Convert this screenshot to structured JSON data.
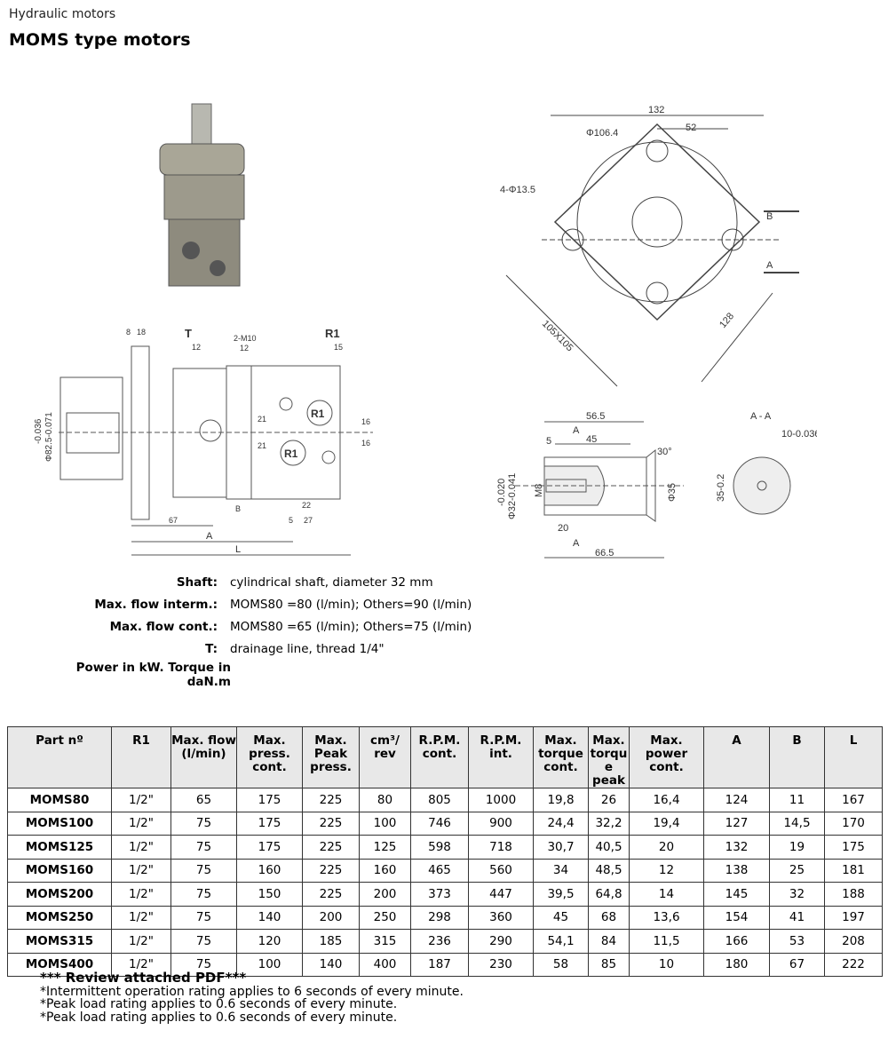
{
  "header": {
    "category": "Hydraulic motors",
    "title": "MOMS type motors"
  },
  "drawings": {
    "top": {
      "w": "132",
      "d1": "Φ106.4",
      "d2": "52",
      "holes": "4-Φ13.5",
      "sq": "105X105",
      "diag": "128",
      "b": "B",
      "a": "A"
    },
    "side": {
      "t": "T",
      "t12": "12",
      "m10": "2-M10",
      "m12": "12",
      "r1": "R1",
      "r15": "15",
      "r1a": "R1",
      "r1b": "R1",
      "d8": "8",
      "d18": "18",
      "dia": "Φ82.5-0.071",
      "tol": "-0.036",
      "h21a": "21",
      "h21b": "21",
      "v16a": "16",
      "v16b": "16",
      "l67": "67",
      "lb": "B",
      "l22": "22",
      "l5": "5",
      "l27": "27",
      "la": "A",
      "ll": "L"
    },
    "shaft": {
      "l565": "56.5",
      "l5": "5",
      "l45": "45",
      "a1": "A",
      "a2": "A",
      "ang": "30°",
      "d32": "Φ32-0.041",
      "tol": "-0.020",
      "m8": "M8",
      "d35": "Φ35",
      "l20": "20",
      "l665": "66.5"
    },
    "section": {
      "title": "A - A",
      "key": "10-0.036",
      "h": "35-0.2"
    }
  },
  "specs": [
    {
      "label": "Shaft:",
      "value": "cylindrical shaft, diameter 32 mm"
    },
    {
      "label": "Max. flow interm.:",
      "value": "MOMS80 =80 (l/min); Others=90 (l/min)"
    },
    {
      "label": "Max. flow cont.:",
      "value": "MOMS80 =65 (l/min); Others=75 (l/min)"
    },
    {
      "label": "T:",
      "value": "drainage line, thread 1/4\""
    },
    {
      "label": "Power in kW. Torque in",
      "value": ""
    },
    {
      "label": "daN.m",
      "value": ""
    }
  ],
  "table": {
    "headers": [
      "Part nº",
      "R1",
      "Max. flow (l/min)",
      "Max. press. cont.",
      "Max. Peak press.",
      "cm³/ rev",
      "R.P.M. cont.",
      "R.P.M. int.",
      "Max. torque cont.",
      "Max. torqu e peak",
      "Max. power cont.",
      "A",
      "B",
      "L"
    ],
    "rows": [
      [
        "MOMS80",
        "1/2\"",
        "65",
        "175",
        "225",
        "80",
        "805",
        "1000",
        "19,8",
        "26",
        "16,4",
        "124",
        "11",
        "167"
      ],
      [
        "MOMS100",
        "1/2\"",
        "75",
        "175",
        "225",
        "100",
        "746",
        "900",
        "24,4",
        "32,2",
        "19,4",
        "127",
        "14,5",
        "170"
      ],
      [
        "MOMS125",
        "1/2\"",
        "75",
        "175",
        "225",
        "125",
        "598",
        "718",
        "30,7",
        "40,5",
        "20",
        "132",
        "19",
        "175"
      ],
      [
        "MOMS160",
        "1/2\"",
        "75",
        "160",
        "225",
        "160",
        "465",
        "560",
        "34",
        "48,5",
        "12",
        "138",
        "25",
        "181"
      ],
      [
        "MOMS200",
        "1/2\"",
        "75",
        "150",
        "225",
        "200",
        "373",
        "447",
        "39,5",
        "64,8",
        "14",
        "145",
        "32",
        "188"
      ],
      [
        "MOMS250",
        "1/2\"",
        "75",
        "140",
        "200",
        "250",
        "298",
        "360",
        "45",
        "68",
        "13,6",
        "154",
        "41",
        "197"
      ],
      [
        "MOMS315",
        "1/2\"",
        "75",
        "120",
        "185",
        "315",
        "236",
        "290",
        "54,1",
        "84",
        "11,5",
        "166",
        "53",
        "208"
      ],
      [
        "MOMS400",
        "1/2\"",
        "75",
        "100",
        "140",
        "400",
        "187",
        "230",
        "58",
        "85",
        "10",
        "180",
        "67",
        "222"
      ]
    ]
  },
  "notes": {
    "review": "*** Review attached PDF***",
    "lines": [
      "*Intermittent operation rating applies to 6 seconds of every minute.",
      "*Peak load rating applies to 0.6 seconds of every minute.",
      "*Peak load rating applies to 0.6 seconds of every minute."
    ]
  }
}
